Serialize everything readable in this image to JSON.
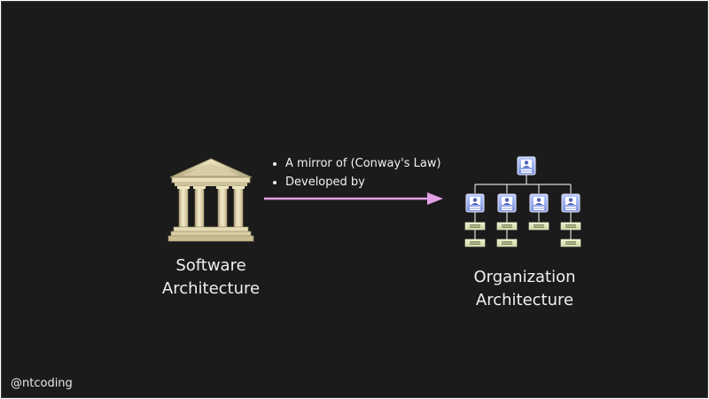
{
  "software": {
    "line1": "Software",
    "line2": "Architecture",
    "icon": "classical-building-icon"
  },
  "organization": {
    "line1": "Organization",
    "line2": "Architecture",
    "icon": "org-chart-icon"
  },
  "relation": {
    "bullets": [
      "A mirror of (Conway's Law)",
      "Developed by"
    ],
    "arrow_color": "#e59fe6"
  },
  "footer": {
    "handle": "@ntcoding"
  },
  "colors": {
    "background": "#1b1b1b",
    "text": "#f0f0f0"
  }
}
